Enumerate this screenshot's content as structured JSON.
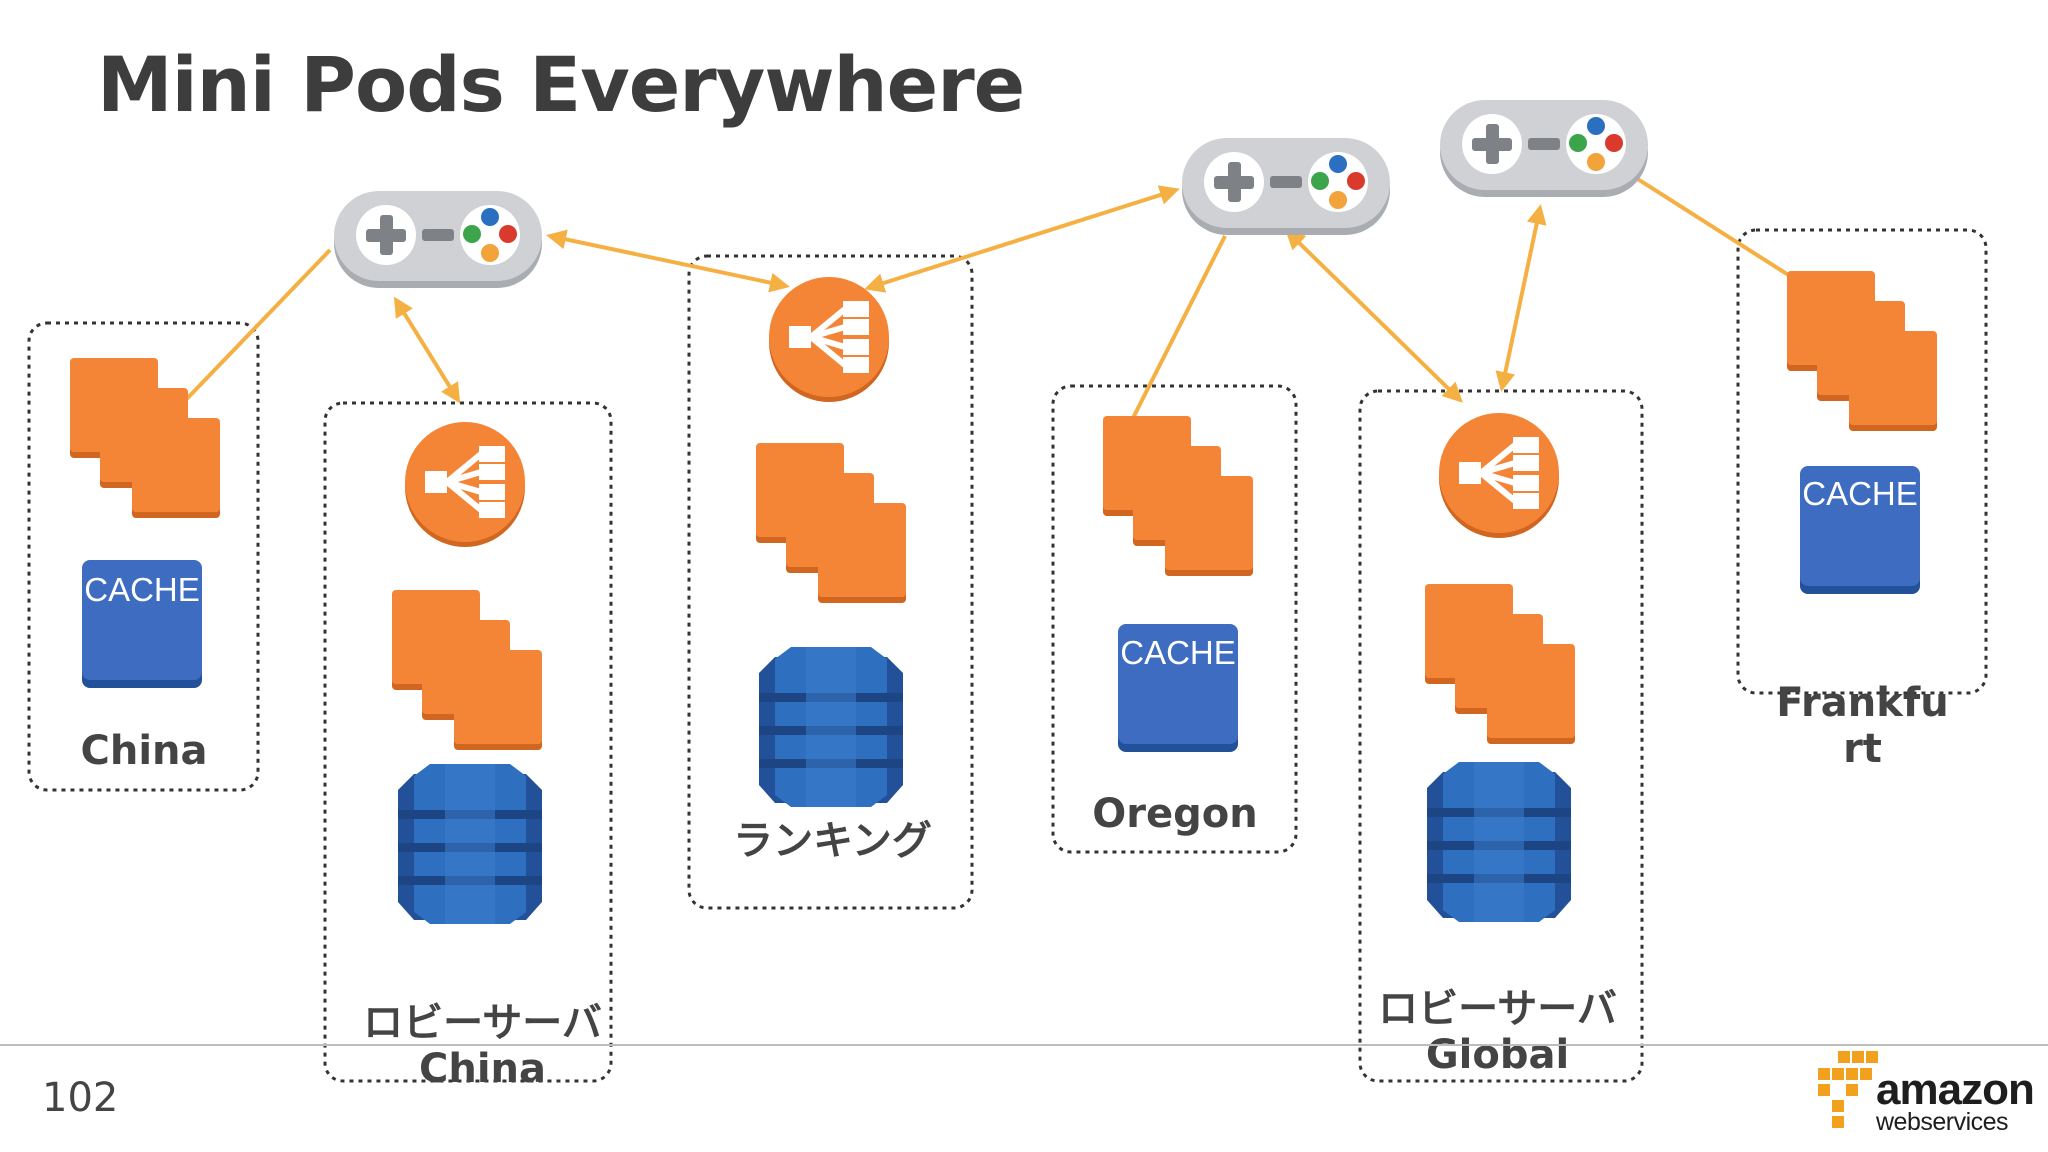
{
  "title": "Mini Pods Everywhere",
  "page_number": "102",
  "regions": [
    {
      "label": "China"
    },
    {
      "label": "ロビーサーバ\nChina"
    },
    {
      "label": "ランキング"
    },
    {
      "label": "Oregon"
    },
    {
      "label": "ロビーサーバ\nGlobal"
    },
    {
      "label": "Frankfu\nrt"
    }
  ],
  "cache_label": "CACHE",
  "logo": {
    "line1": "amazon",
    "line2": "webservices"
  },
  "icons": {
    "controller": "game-controller-icon",
    "load_balancer": "load-balancer-icon",
    "servers": "server-stack-icon",
    "cache": "cache-icon",
    "database": "dynamodb-database-icon"
  },
  "colors": {
    "orange": "#f58536",
    "orange_dark": "#d0661f",
    "blue": "#3d6cc1",
    "blue_dark": "#22519a",
    "arrow": "#f5b043",
    "controller": "#c9cbcf"
  }
}
